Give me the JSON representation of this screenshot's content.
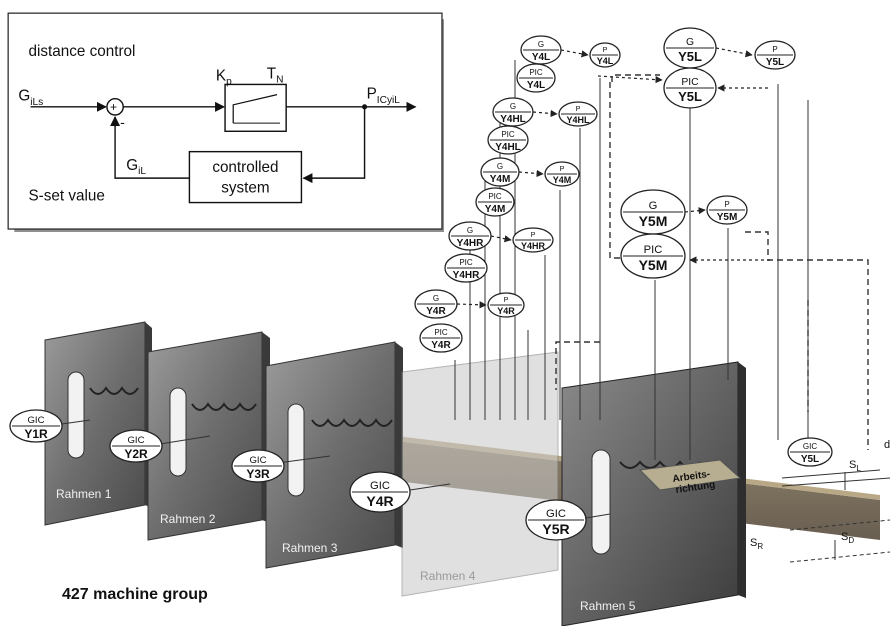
{
  "control_diagram": {
    "title": "distance control",
    "input": "G",
    "input_sub": "iLs",
    "sum_plus": "+",
    "sum_minus": "-",
    "controller_kp": "K",
    "controller_kp_sub": "p",
    "controller_tn": "T",
    "controller_tn_sub": "N",
    "output": "P",
    "output_sub": "ICyiL",
    "feedback": "G",
    "feedback_sub": "iL",
    "plant_line1": "controlled",
    "plant_line2": "system",
    "setpoint_note": "S-set value"
  },
  "frames": [
    {
      "label": "Rahmen 1"
    },
    {
      "label": "Rahmen 2"
    },
    {
      "label": "Rahmen 3"
    },
    {
      "label": "Rahmen 4"
    },
    {
      "label": "Rahmen 5"
    }
  ],
  "gic_tags": [
    {
      "top": "GIC",
      "bottom": "Y1R"
    },
    {
      "top": "GIC",
      "bottom": "Y2R"
    },
    {
      "top": "GIC",
      "bottom": "Y3R"
    },
    {
      "top": "GIC",
      "bottom": "Y4R"
    },
    {
      "top": "GIC",
      "bottom": "Y5R"
    },
    {
      "top": "GIC",
      "bottom": "Y5L"
    }
  ],
  "instrument_tags": [
    {
      "top": "G",
      "bottom": "Y4L"
    },
    {
      "top": "P",
      "bottom": "Y4L"
    },
    {
      "top": "PIC",
      "bottom": "Y4L"
    },
    {
      "top": "G",
      "bottom": "Y4HL"
    },
    {
      "top": "P",
      "bottom": "Y4HL"
    },
    {
      "top": "PIC",
      "bottom": "Y4HL"
    },
    {
      "top": "G",
      "bottom": "Y4M"
    },
    {
      "top": "P",
      "bottom": "Y4M"
    },
    {
      "top": "PIC",
      "bottom": "Y4M"
    },
    {
      "top": "G",
      "bottom": "Y4HR"
    },
    {
      "top": "P",
      "bottom": "Y4HR"
    },
    {
      "top": "PIC",
      "bottom": "Y4HR"
    },
    {
      "top": "G",
      "bottom": "Y4R"
    },
    {
      "top": "P",
      "bottom": "Y4R"
    },
    {
      "top": "PIC",
      "bottom": "Y4R"
    },
    {
      "top": "G",
      "bottom": "Y5L"
    },
    {
      "top": "P",
      "bottom": "Y5L"
    },
    {
      "top": "PIC",
      "bottom": "Y5L"
    },
    {
      "top": "G",
      "bottom": "Y5M"
    },
    {
      "top": "P",
      "bottom": "Y5M"
    },
    {
      "top": "PIC",
      "bottom": "Y5M"
    }
  ],
  "strip_label_line1": "Arbeits-",
  "strip_label_line2": "richtung",
  "dimensions": {
    "sl": "S",
    "sl_sub": "L",
    "sr": "S",
    "sr_sub": "R",
    "sd": "S",
    "sd_sub": "D",
    "d": "d"
  },
  "caption": "427 machine group",
  "colors": {
    "frame_dark": "#505050",
    "frame_mid": "#8a8a8a",
    "frame_light": "#bdbdbd",
    "line": "#222222",
    "inset_shadow": "#9a9a9a"
  }
}
